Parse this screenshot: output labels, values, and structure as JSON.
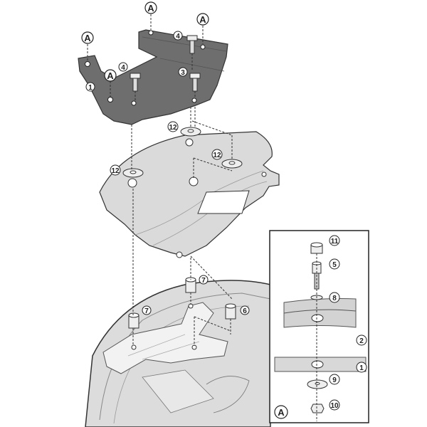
{
  "diagram": {
    "type": "exploded assembly drawing",
    "colors": {
      "plate": "#6b6b6b",
      "plate_edge": "#3a3a3a",
      "bracket": "#c8c8c8",
      "case": "#d9d9d9",
      "line": "#333333",
      "background": "#ffffff"
    },
    "callouts": {
      "a1": "A",
      "a2": "A",
      "a3": "A",
      "a4": "A",
      "p1": "1",
      "p3": "3",
      "p4a": "4",
      "p4b": "4",
      "p12a": "12",
      "p12b": "12",
      "p12c": "12",
      "p7a": "7",
      "p7b": "7",
      "p6": "6"
    },
    "detail": {
      "label": "A",
      "parts": [
        "11",
        "5",
        "8",
        "2",
        "1",
        "9",
        "10"
      ]
    }
  }
}
